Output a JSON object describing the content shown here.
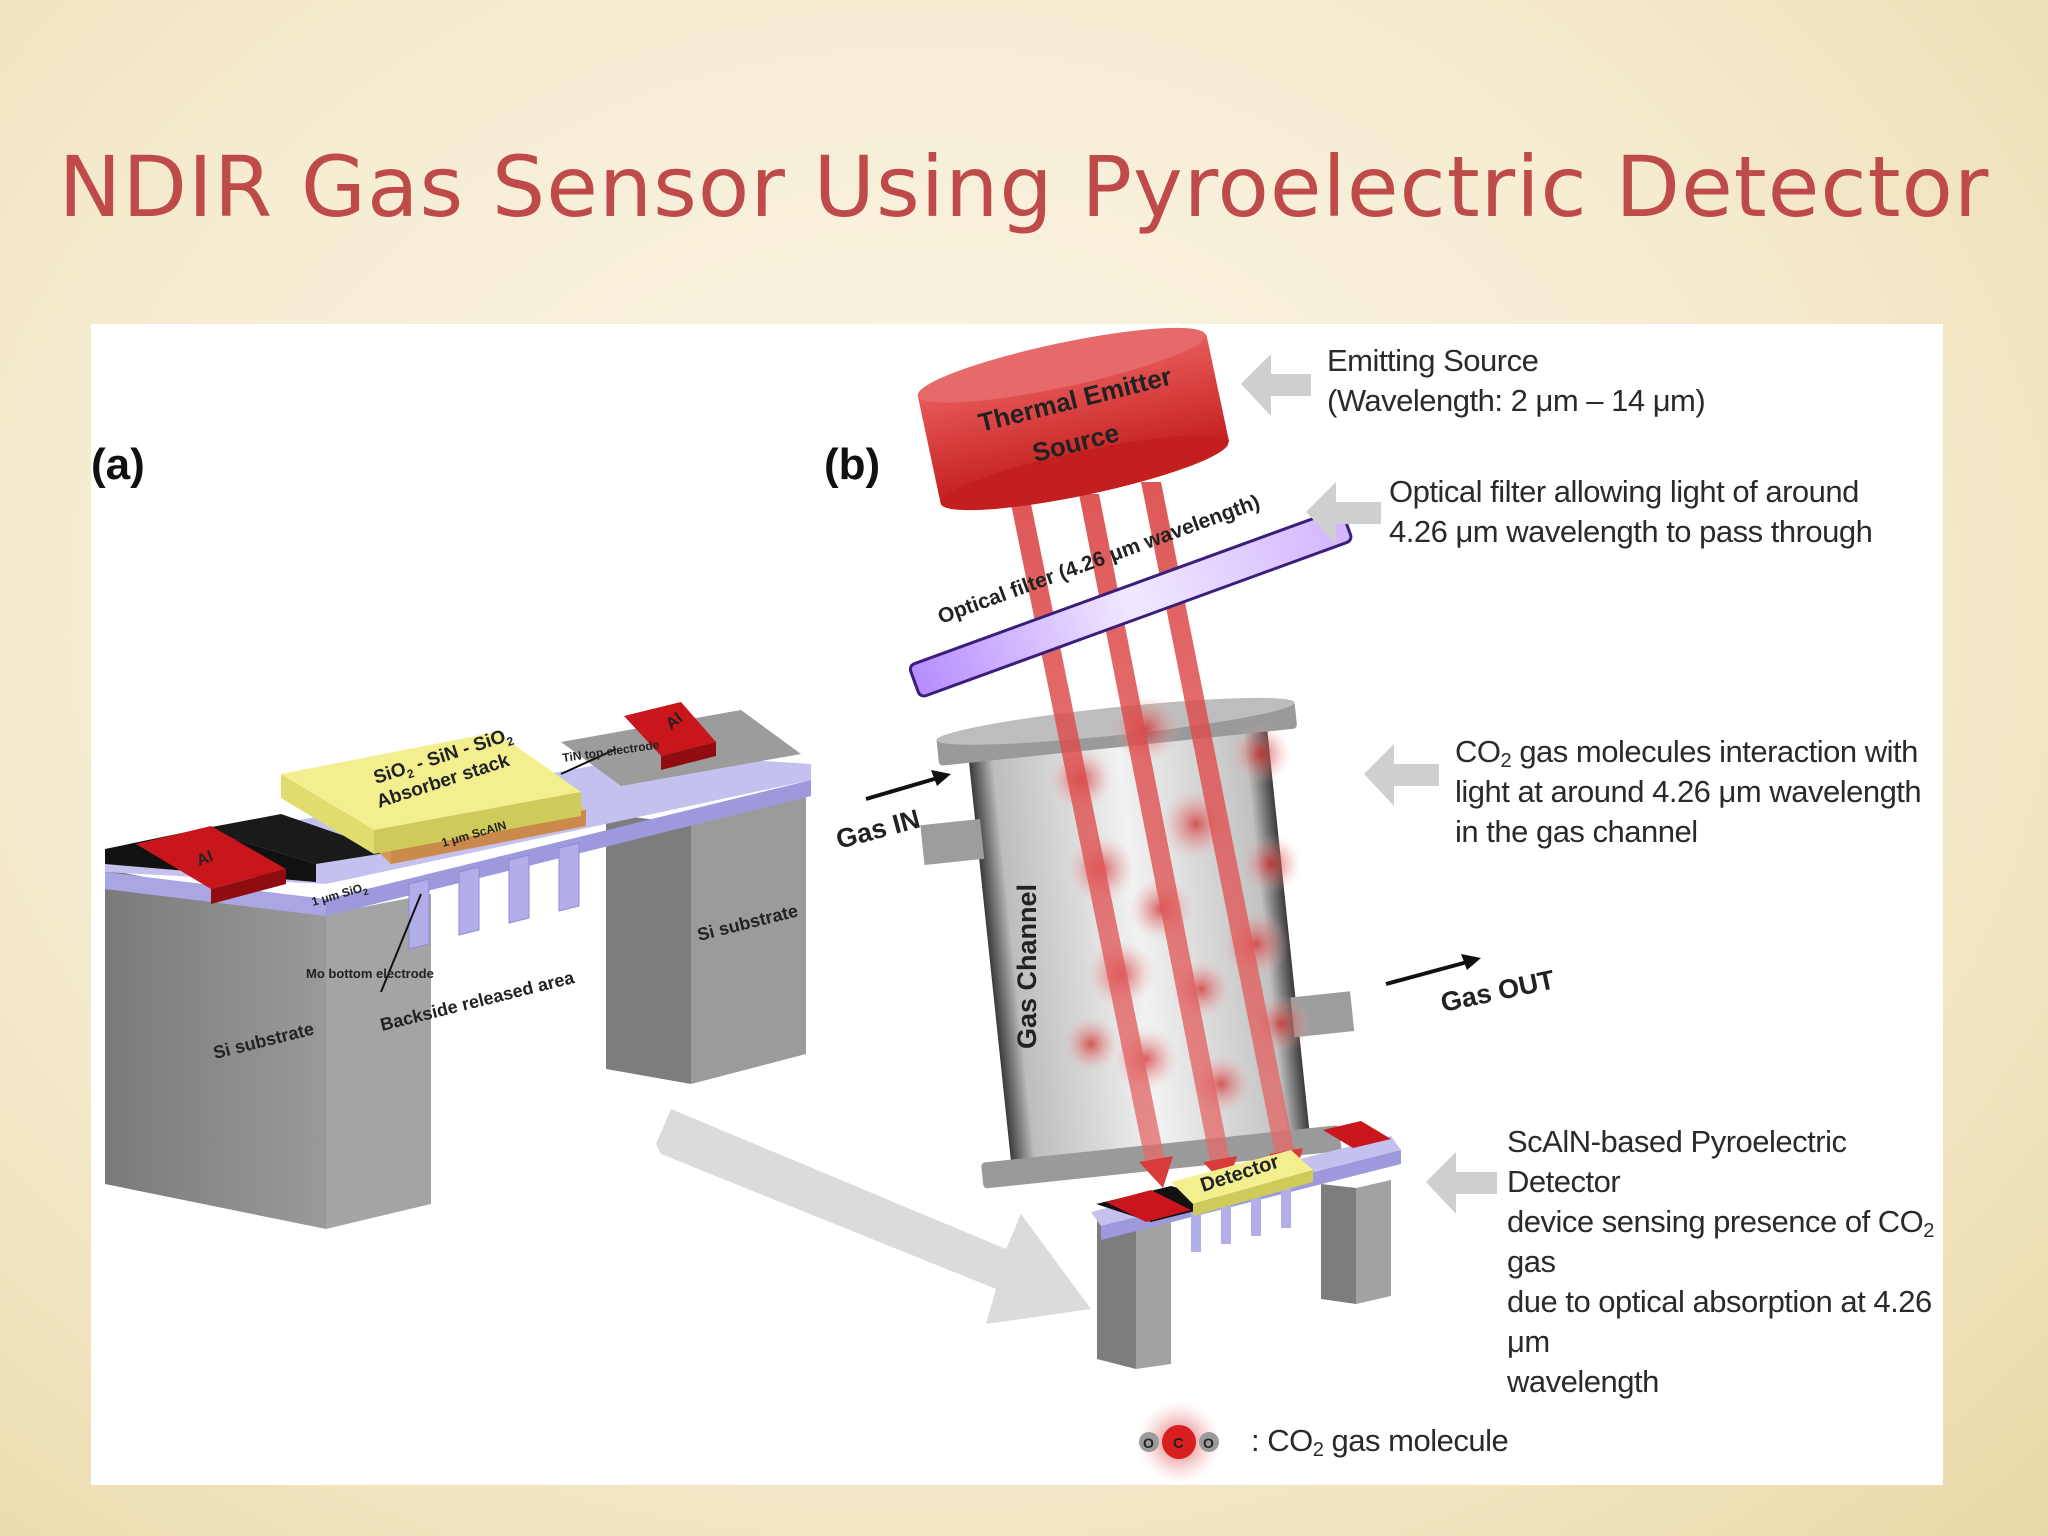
{
  "slide": {
    "title": "NDIR Gas Sensor Using Pyroelectric Detector"
  },
  "panel_a": {
    "label": "(a)",
    "al": "Al",
    "absorber_l1a": "SiO",
    "absorber_l1b": "2",
    "absorber_l1c": " - SiN - SiO",
    "absorber_l1d": "2",
    "absorber_l2": "Absorber stack",
    "tin_top_electrode": "TiN top electrode",
    "scaln_layer": "1 μm ScAlN",
    "sio2_layer_a": "1 μm SiO",
    "sio2_layer_b": "2",
    "mo_bottom_electrode": "Mo bottom electrode",
    "backside_released_area": "Backside released area",
    "si_substrate": "Si substrate"
  },
  "panel_b": {
    "label": "(b)",
    "thermal_emitter_l1": "Thermal Emitter",
    "thermal_emitter_l2": "Source",
    "optical_filter": "Optical filter (4.26 μm wavelength)",
    "gas_in": "Gas IN",
    "gas_out": "Gas OUT",
    "gas_channel": "Gas Channel",
    "detector": "Detector"
  },
  "captions": {
    "emitting_source_l1": "Emitting Source",
    "emitting_source_l2": "(Wavelength: 2 μm – 14 μm)",
    "filter_l1": "Optical filter allowing light of around",
    "filter_l2": "4.26 μm wavelength to pass through",
    "co2_pre": "CO",
    "co2_sub": "2",
    "co2_l1_rest": " gas molecules interaction with",
    "co2_l2": "light at around 4.26 μm wavelength",
    "co2_l3": "in the gas channel",
    "det_l1": "ScAlN-based Pyroelectric Detector",
    "det_l2_pre": "device sensing presence of CO",
    "det_l2_sub": "2",
    "det_l2_post": " gas",
    "det_l3": "due to optical absorption at 4.26 μm",
    "det_l4": "wavelength"
  },
  "legend": {
    "pre": ": CO",
    "sub": "2",
    "post": " gas molecule",
    "atom_c": "C",
    "atom_o": "O"
  },
  "colors": {
    "title": "#bf4a4a",
    "electrode_red": "#c8161c",
    "absorber_yellow": "#f3ef8e",
    "membrane_lavender": "#b9b6ea",
    "substrate_gray": "#8e8e8e",
    "beam_red": "#d93a3a"
  }
}
